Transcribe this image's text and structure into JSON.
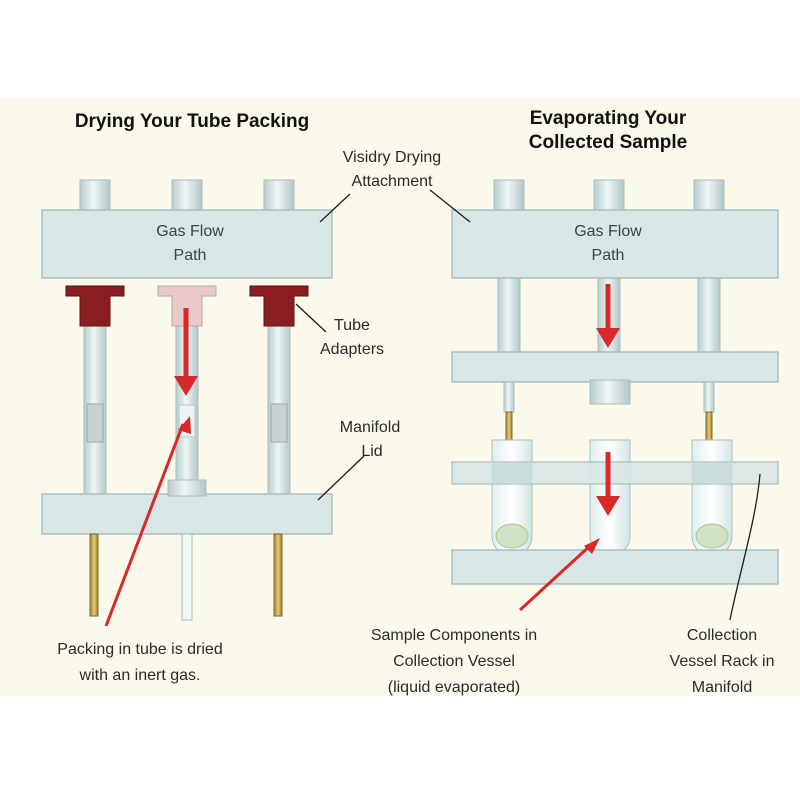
{
  "left_panel": {
    "title": "Drying Your Tube Packing",
    "gas_flow_line1": "Gas Flow",
    "gas_flow_line2": "Path"
  },
  "right_panel": {
    "title_line1": "Evaporating Your",
    "title_line2": "Collected Sample",
    "gas_flow_line1": "Gas Flow",
    "gas_flow_line2": "Path"
  },
  "labels": {
    "visidry_line1": "Visidry Drying",
    "visidry_line2": "Attachment",
    "tube_adapters_line1": "Tube",
    "tube_adapters_line2": "Adapters",
    "manifold_lid_line1": "Manifold",
    "manifold_lid_line2": "Lid",
    "packing_line1": "Packing in tube is dried",
    "packing_line2": "with an inert gas.",
    "sample_line1": "Sample Components in",
    "sample_line2": "Collection Vessel",
    "sample_line3": "(liquid evaporated)",
    "rack_line1": "Collection",
    "rack_line2": "Vessel Rack in",
    "rack_line3": "Manifold"
  },
  "colors": {
    "background": "#fbf9ec",
    "block_fill": "#d8e6e6",
    "block_stroke": "#a9bfc0",
    "flow_arrow": "#d8282a",
    "adapter_dark": "#8a1d22",
    "adapter_light": "#e9c9cc",
    "needle": "#c9a94a"
  }
}
